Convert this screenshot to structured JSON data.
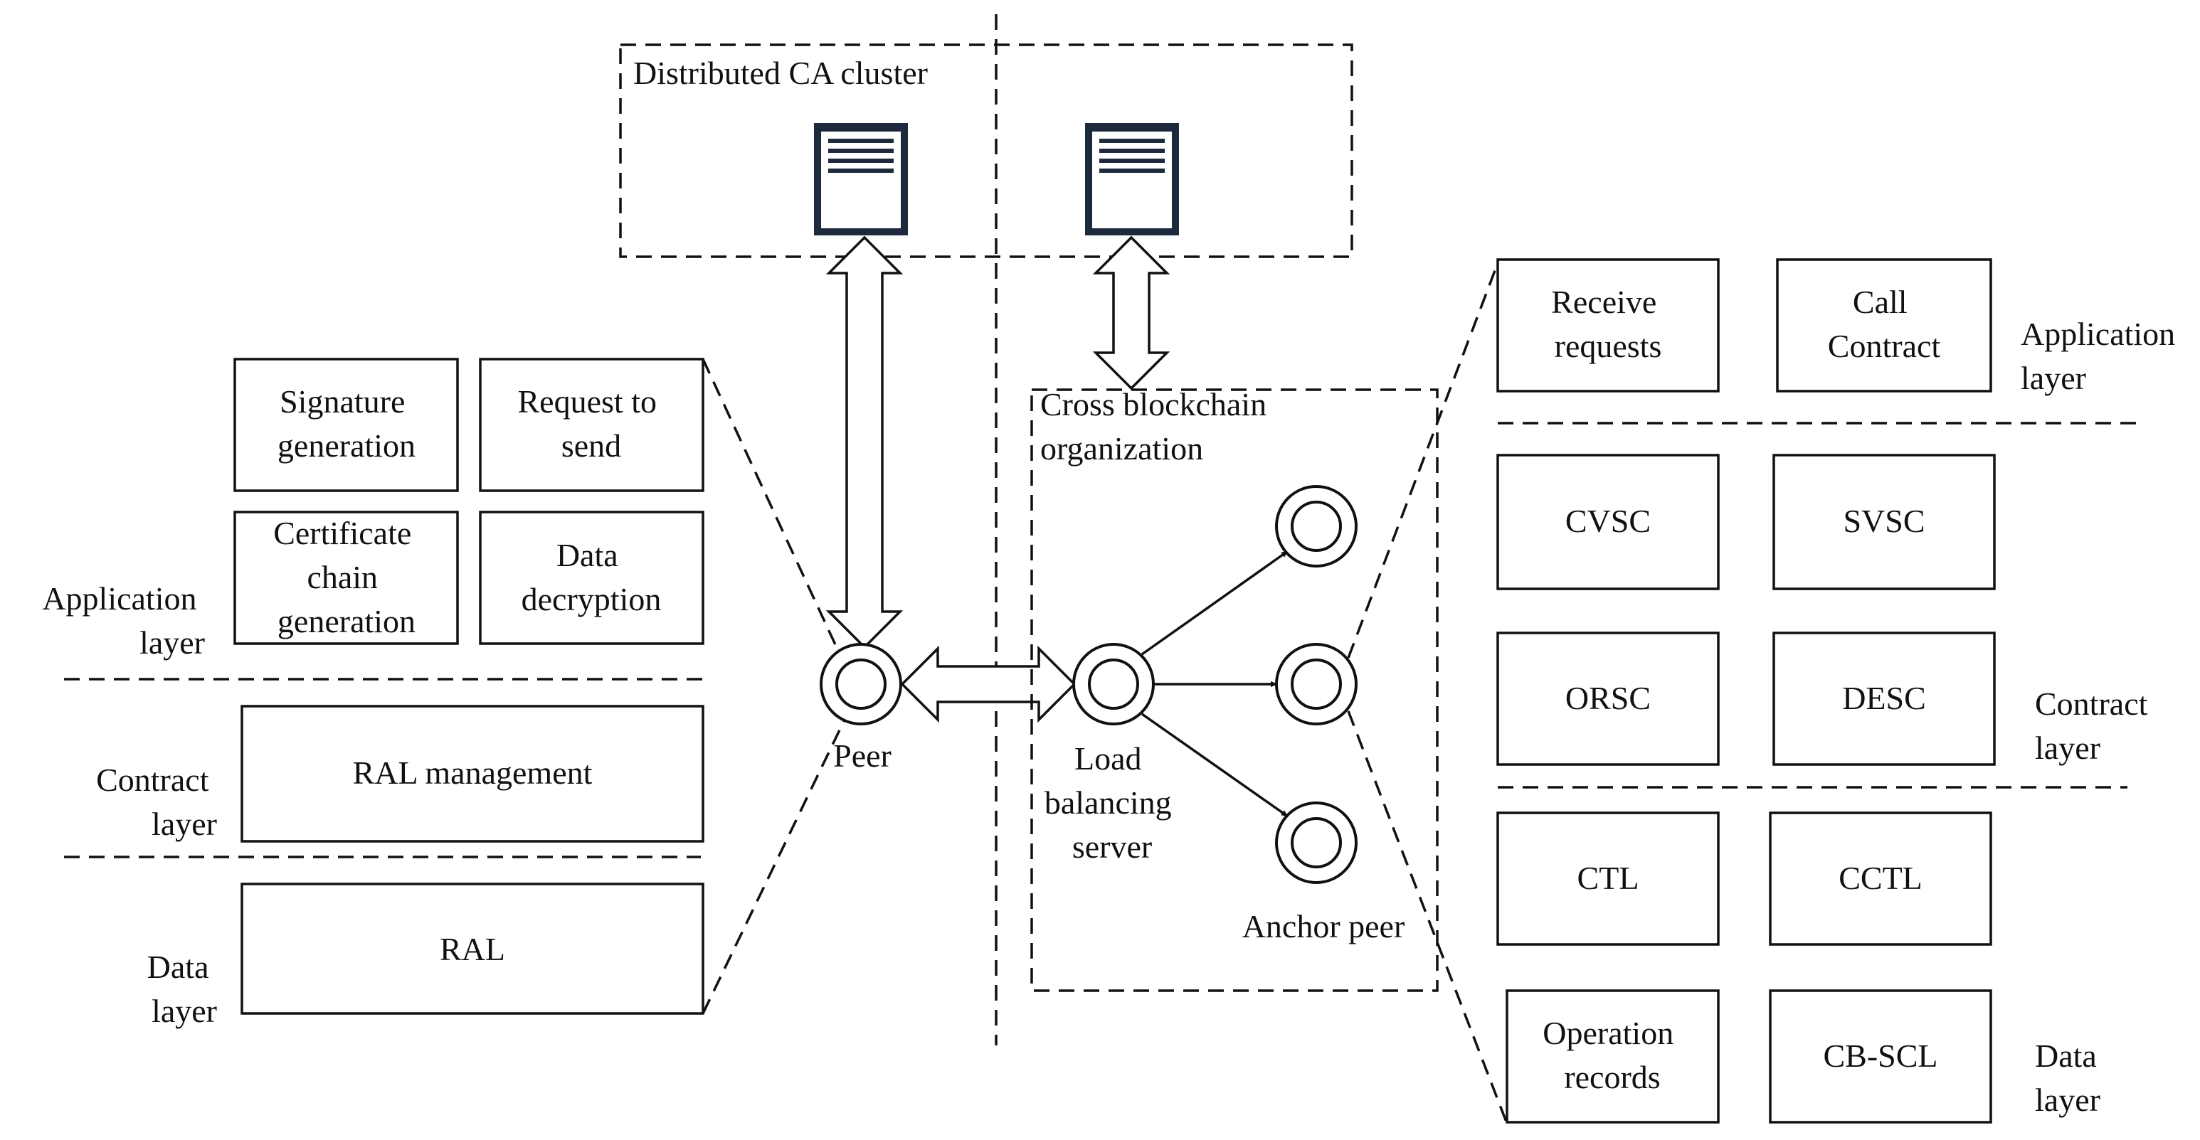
{
  "ca_cluster": {
    "title": "Distributed CA cluster"
  },
  "cross_org": {
    "title": [
      "Cross blockchain",
      "organization"
    ]
  },
  "left": {
    "modules": {
      "signature_generation": [
        "Signature",
        "generation"
      ],
      "request_to_send": [
        "Request to",
        "send"
      ],
      "certificate_chain_generation": [
        "Certificate",
        "chain",
        "generation"
      ],
      "data_decryption": [
        "Data",
        "decryption"
      ],
      "ral_management": [
        "RAL management"
      ],
      "ral": [
        "RAL"
      ]
    },
    "layers": {
      "application": [
        "Application",
        "layer"
      ],
      "contract": [
        "Contract",
        "layer"
      ],
      "data": [
        "Data",
        "layer"
      ]
    }
  },
  "center": {
    "peer": "Peer",
    "load_balancer": [
      "Load",
      "balancing",
      "server"
    ],
    "anchor_peer": "Anchor peer"
  },
  "right": {
    "modules": {
      "receive_requests": [
        "Receive",
        "requests"
      ],
      "call_contract": [
        "Call",
        "Contract"
      ],
      "cvsc": [
        "CVSC"
      ],
      "svsc": [
        "SVSC"
      ],
      "orsc": [
        "ORSC"
      ],
      "desc": [
        "DESC"
      ],
      "ctl": [
        "CTL"
      ],
      "cctl": [
        "CCTL"
      ],
      "operation_records": [
        "Operation",
        "records"
      ],
      "cb_scl": [
        "CB-SCL"
      ]
    },
    "layers": {
      "application": [
        "Application",
        "layer"
      ],
      "contract": [
        "Contract",
        "layer"
      ],
      "data": [
        "Data",
        "layer"
      ]
    }
  }
}
